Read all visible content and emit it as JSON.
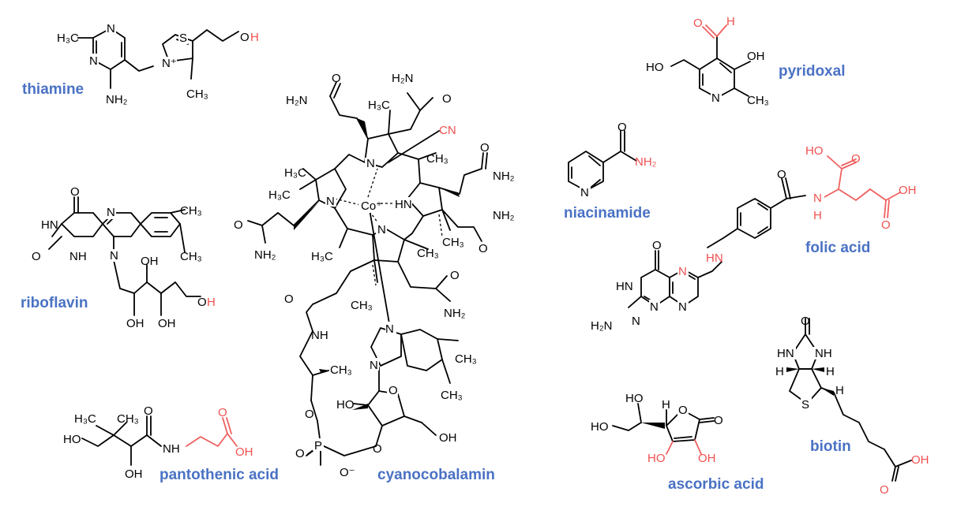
{
  "colors": {
    "name": "#4a72c4",
    "atom": "#000000",
    "hetero_red": "#f05050",
    "background": "#ffffff"
  },
  "molecules": {
    "thiamine": {
      "name": "thiamine",
      "atoms": {
        "h3c": "H₃C",
        "n1": "N",
        "n2": "N",
        "nh2": "NH₂",
        "s": "S",
        "n_plus": "N⁺",
        "ch3": "CH₃",
        "o": "O",
        "h": "H"
      }
    },
    "riboflavin": {
      "name": "riboflavin",
      "atoms": {
        "o_top": "O",
        "hn": "HN",
        "o_left": "O",
        "nh": "NH",
        "n_top": "N",
        "n_bottom": "N",
        "ch3_a": "CH₃",
        "ch3_b": "CH₃",
        "oh_1": "OH",
        "oh_2": "OH",
        "oh_3": "OH",
        "o_end": "O",
        "h_end": "H"
      }
    },
    "pantothenic": {
      "name": "pantothenic acid",
      "atoms": {
        "h3c": "H₃C",
        "ch3": "CH₃",
        "ho": "HO",
        "oh": "OH",
        "o_amide": "O",
        "nh": "NH",
        "o_acid": "O",
        "oh_acid": "OH"
      }
    },
    "cyanocobalamin": {
      "name": "cyanocobalamin",
      "atoms": {
        "co": "Co⁺",
        "cn": "CN",
        "n1": "N",
        "n2": "N",
        "n3": "N",
        "hn": "HN",
        "h2n_1": "H₂N",
        "o_1": "O",
        "h2n_2": "H₂N",
        "o_2": "O",
        "o_3": "O",
        "nh2_3": "NH₂",
        "o_4": "O",
        "nh2_4": "NH₂",
        "o_5": "O",
        "nh2_5": "NH₂",
        "o_6": "O",
        "nh2_6": "NH₂",
        "o_7": "O",
        "nh": "NH",
        "h3c_1": "H₃C",
        "h3c_2": "H₃C",
        "h3c_3": "H₃C",
        "h3c_4": "H₃C",
        "ch3_1": "CH₃",
        "ch3_2": "CH₃",
        "ch3_3": "CH₃",
        "ch3_4": "CH₃",
        "ch3_5": "CH₃",
        "ch3_6": "CH₃",
        "ch3_7": "CH₃",
        "n_bz1": "N",
        "n_bz2": "N",
        "o_ribose": "O",
        "ho": "HO",
        "oh": "OH",
        "o_p1": "O",
        "o_p2": "O",
        "o_eq": "O",
        "p": "P",
        "o_minus": "O⁻"
      }
    },
    "pyridoxal": {
      "name": "pyridoxal",
      "atoms": {
        "o": "O",
        "h": "H",
        "oh": "OH",
        "ho": "HO",
        "n": "N",
        "ch3": "CH₃"
      }
    },
    "niacinamide": {
      "name": "niacinamide",
      "atoms": {
        "o": "O",
        "nh2": "NH₂",
        "n": "N"
      }
    },
    "folic": {
      "name": "folic acid",
      "atoms": {
        "ho": "HO",
        "o_1": "O",
        "o_2": "O",
        "n_h": "N",
        "h": "H",
        "oh": "OH",
        "o_3": "O",
        "hn": "HN",
        "o_4": "O",
        "hn_2": "HN",
        "n_1": "N",
        "n_2": "N",
        "n_3": "N",
        "n_4": "N",
        "h2n": "H₂N"
      }
    },
    "ascorbic": {
      "name": "ascorbic acid",
      "atoms": {
        "ho_1": "HO",
        "ho_2": "HO",
        "h": "H",
        "o_ring": "O",
        "o_keto": "O",
        "ho_3": "HO",
        "oh": "OH"
      }
    },
    "biotin": {
      "name": "biotin",
      "atoms": {
        "o": "O",
        "hn": "HN",
        "nh": "NH",
        "h1": "H",
        "h2": "H",
        "h3": "H",
        "s": "S",
        "o_acid": "O",
        "oh": "OH"
      }
    }
  }
}
